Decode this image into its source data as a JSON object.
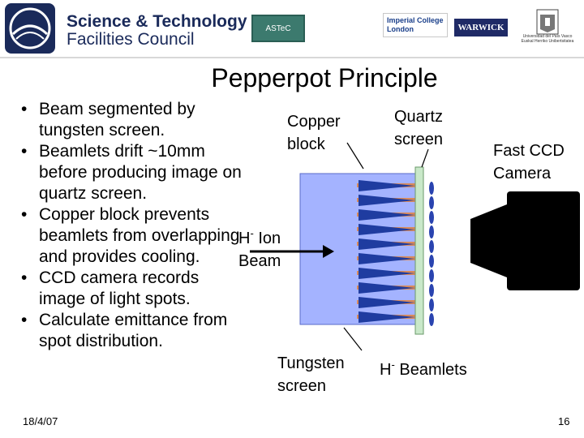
{
  "header": {
    "stfc_line1": "Science & Technology",
    "stfc_line2": "Facilities Council",
    "astec": "ASTeC",
    "imperial_line1": "Imperial College",
    "imperial_line2": "London",
    "warwick": "WARWICK",
    "basque_line1": "Universidad del País Vasco",
    "basque_line2": "Euskal Herriko Unibertsitatea"
  },
  "slide": {
    "title": "Pepperpot Principle",
    "bullets": [
      "Beam segmented by tungsten screen.",
      "Beamlets drift ~10mm before producing image on quartz screen.",
      "Copper block prevents beamlets from overlapping and provides cooling.",
      "CCD camera records image of light spots.",
      "Calculate emittance from spot distribution."
    ],
    "date": "18/4/07",
    "page_number": "16"
  },
  "diagram": {
    "copper_block_line1": "Copper",
    "copper_block_line2": "block",
    "quartz_line1": "Quartz",
    "quartz_line2": "screen",
    "ccd_line1": "Fast CCD",
    "ccd_line2": "Camera",
    "ion_beam_line1": "H",
    "ion_beam_sup": "-",
    "ion_beam_suffix": " Ion",
    "ion_beam_line2": "Beam",
    "tungsten_line1": "Tungsten",
    "tungsten_line2": "screen",
    "beamlets_prefix": "H",
    "beamlets_sup": "-",
    "beamlets_suffix": " Beamlets"
  },
  "colors": {
    "copper_block": "#a4b3ff",
    "beamlet": "#1f3ca0",
    "tungsten": "#d98a5a",
    "quartz": "#c9e8c9",
    "spot": "#2a44b0"
  }
}
